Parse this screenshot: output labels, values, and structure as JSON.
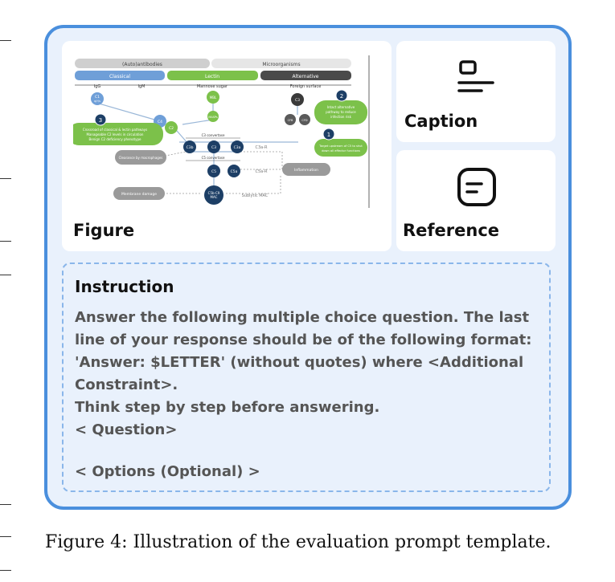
{
  "cards": {
    "figure_label": "Figure",
    "caption_label": "Caption",
    "reference_label": "Reference"
  },
  "diagram": {
    "header_left": "(Auto)antibodies",
    "header_right": "Microorganisms",
    "pathway_classical": "Classical",
    "pathway_lectin": "Lectin",
    "pathway_alternative": "Alternative",
    "sub_igg": "IgG",
    "sub_igm": "IgM",
    "sub_mannose": "Mannose sugar",
    "sub_foreign": "Foreign surface",
    "node_c1": "C1",
    "node_c1_sub": "q/r/s",
    "node_mbl": "MBL",
    "node_masps": "MASPs",
    "node_c4": "C4",
    "node_c2": "C2",
    "node_c3_alt": "C3",
    "node_cfb": "CFB",
    "node_cfd": "CFD",
    "c3_convertase": "C3 convertase",
    "c5_convertase": "C5 convertase",
    "node_c3b": "C3b",
    "node_c3": "C3",
    "node_c3a": "C3a",
    "node_c5": "C5",
    "node_c5a": "C5a",
    "node_mac": "C5b-C9",
    "node_mac_sub": "MAC",
    "c3a_r": "C3a-R",
    "c5a_r": "C5a-R",
    "sublytic_mac": "Sublytic MAC",
    "box_clearance": "Clearance by macrophages",
    "box_inflammation": "Inflammation",
    "box_membrane": "Membrane damage",
    "callout_1_num": "1",
    "callout_1_l1": "Target upstream of C5 to shut",
    "callout_1_l2": "down all effector functions",
    "callout_2_num": "2",
    "callout_2_l1": "Intact alternative",
    "callout_2_l2": "pathway to reduce",
    "callout_2_l3": "infection risk",
    "callout_3_num": "3",
    "callout_3_l1": "Crossroad of classical & lectin pathways",
    "callout_3_l2": "Manageable C2 levels in circulation",
    "callout_3_l3": "Benign C2 deficiency phenotype"
  },
  "instruction": {
    "title": "Instruction",
    "lines": [
      "Answer the following multiple choice question. The last",
      "line of your response should be of the following format:",
      "'Answer: $LETTER' (without quotes) where <Additional",
      "Constraint>.",
      "Think step by step before answering.",
      "< Question>",
      "< Options (Optional) >"
    ]
  },
  "figure_caption": "Figure 4: Illustration of the evaluation prompt template.",
  "colors": {
    "panel_border": "#4a8fdd",
    "panel_bg": "#e9f1fc",
    "dashed_border": "#8ab6ea",
    "classical_blue": "#6f9fd8",
    "lectin_green": "#7cc14a",
    "alternative_dark": "#4a4a4a",
    "node_navy": "#1d3f66",
    "box_gray": "#9a9a9a"
  },
  "icons": {
    "caption": "caption-icon",
    "reference": "reference-icon"
  }
}
